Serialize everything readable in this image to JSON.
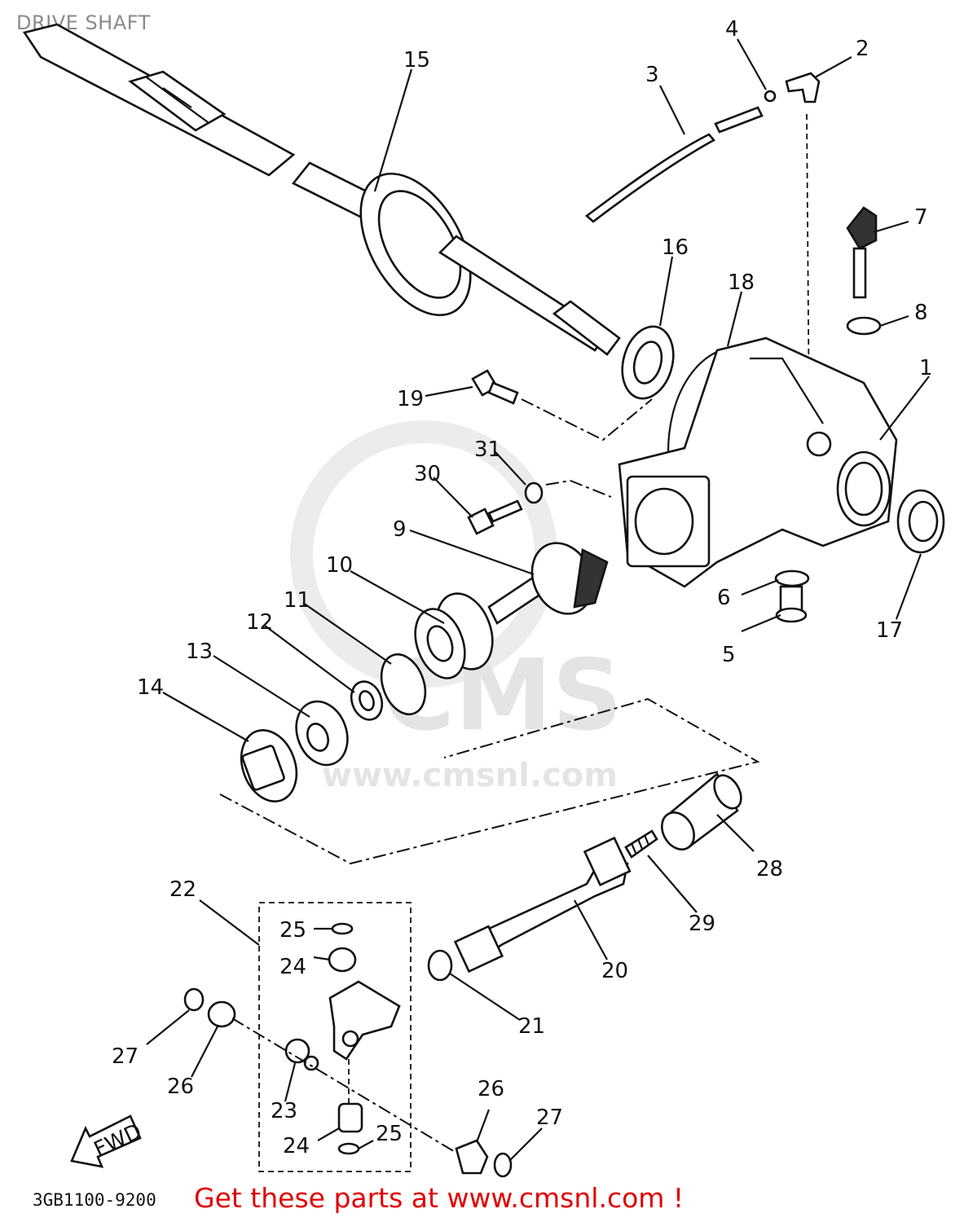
{
  "diagram": {
    "title": "DRIVE SHAFT",
    "drawing_code": "3GB1100-9200",
    "promo_text": "Get these parts at www.cmsnl.com !",
    "watermark_text": "www.cmsnl.com",
    "watermark_brand": "CMS",
    "fwd_label": "FWD",
    "callouts": [
      "1",
      "2",
      "3",
      "4",
      "5",
      "6",
      "7",
      "8",
      "9",
      "10",
      "11",
      "12",
      "13",
      "14",
      "15",
      "16",
      "17",
      "18",
      "19",
      "20",
      "21",
      "22",
      "23",
      "24",
      "24",
      "25",
      "25",
      "26",
      "26",
      "27",
      "27",
      "28",
      "29",
      "30",
      "31"
    ]
  }
}
